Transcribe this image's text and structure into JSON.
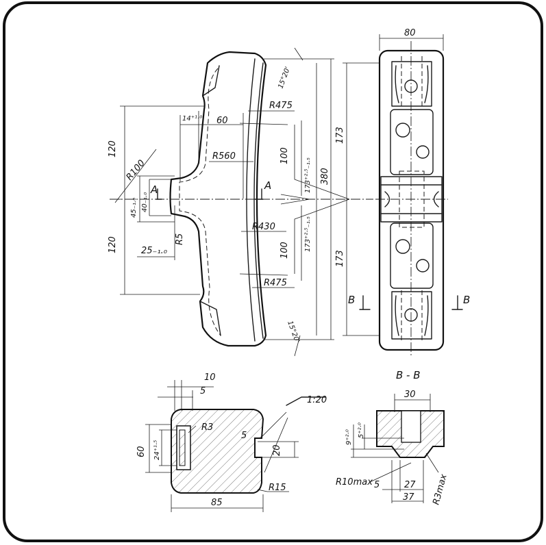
{
  "main_view": {
    "dims": {
      "top_pad": "14⁺¹·⁰",
      "width_60": "60",
      "r475_top": "R475",
      "r560": "R560",
      "r100": "R100",
      "d120_top": "120",
      "d120_bot": "120",
      "d45": "45₋₁.₀",
      "d40": "40₋₁.₀",
      "r5": "R5",
      "d25": "25₋₁.₀",
      "d100_top": "100",
      "d100_bot": "100",
      "r430": "R430",
      "r475_bot": "R475",
      "d173_tol_top": "173⁺²·⁵₋₁.₅",
      "d173_tol_bot": "173⁺²·⁵₋₁.₅",
      "d380": "380",
      "angle_top": "15°20'",
      "angle_bot": "15°20'",
      "section_a_left": "A",
      "section_a_right": "A"
    }
  },
  "side_view": {
    "dims": {
      "width_80": "80",
      "d173_top": "173",
      "d173_bot": "173",
      "section_b_left": "B",
      "section_b_right": "B"
    }
  },
  "section_a": {
    "dims": {
      "d10": "10",
      "d5": "5",
      "taper": "1:20",
      "r3": "R3",
      "d60": "60",
      "d24": "24⁺¹·⁵",
      "d5_slot": "5",
      "d20": "20",
      "r15": "R15",
      "d85": "85"
    }
  },
  "section_b": {
    "title": "B - B",
    "dims": {
      "d30": "30",
      "d9": "9⁺²·⁰",
      "d5_tol": "5⁺²·⁰",
      "r10max": "R10max",
      "d5": "5",
      "d27": "27",
      "d37": "37",
      "r3max": "R3max"
    }
  }
}
